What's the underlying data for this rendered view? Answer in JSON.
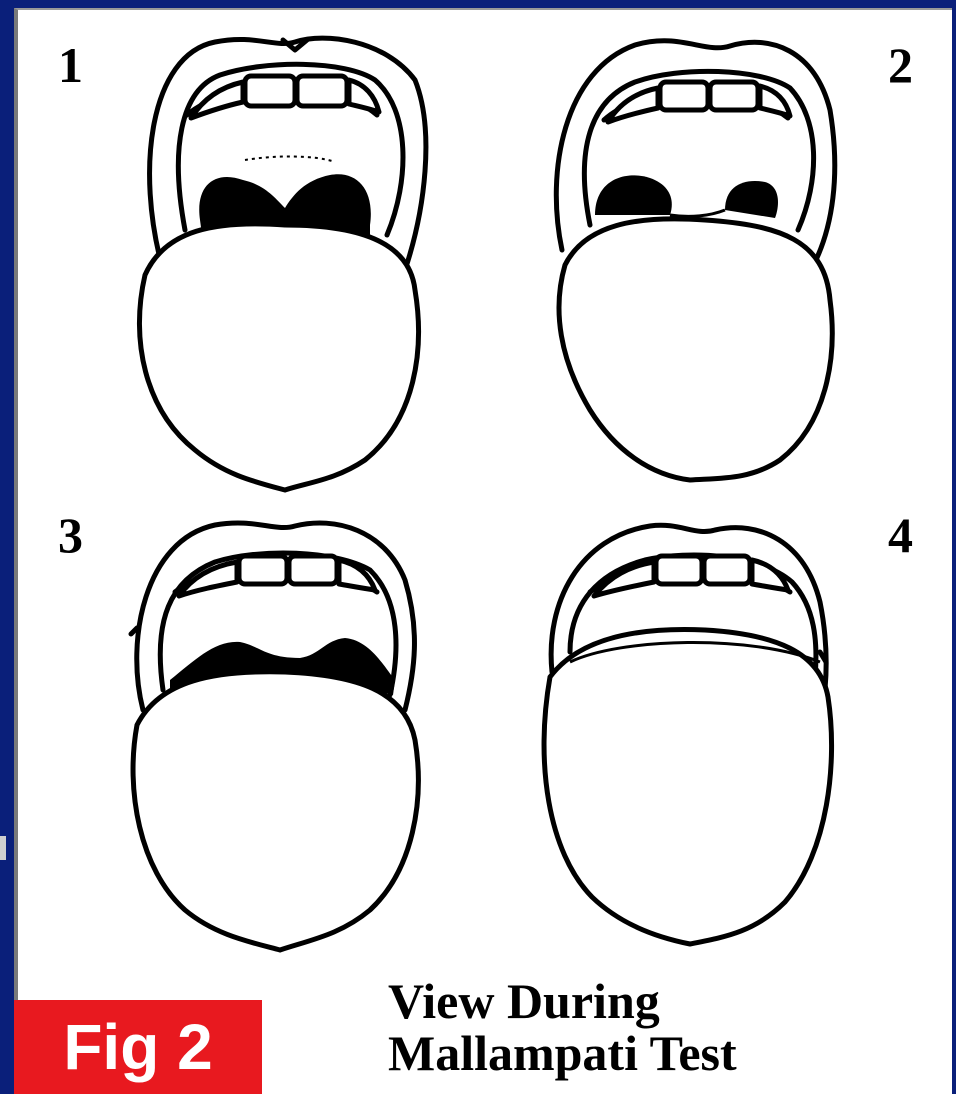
{
  "figure": {
    "badge_label": "Fig 2",
    "caption_line1": "View During",
    "caption_line2": "Mallampati Test",
    "classes": [
      {
        "number": "1"
      },
      {
        "number": "2"
      },
      {
        "number": "3"
      },
      {
        "number": "4"
      }
    ]
  },
  "colors": {
    "background": "#0a1f7a",
    "panel": "#ffffff",
    "badge": "#e8191f",
    "ink": "#000000"
  }
}
